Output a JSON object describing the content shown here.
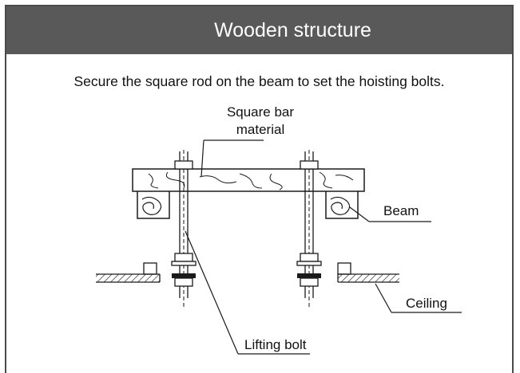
{
  "header": {
    "title": "Wooden structure"
  },
  "instruction": "Secure the square rod on the beam to set the hoisting bolts.",
  "labels": {
    "square_bar_line1": "Square bar",
    "square_bar_line2": "material",
    "beam": "Beam",
    "ceiling": "Ceiling",
    "lifting_bolt": "Lifting bolt"
  },
  "colors": {
    "header_bg": "#595959",
    "border": "#4a4a4a",
    "line": "#1a1a1a"
  }
}
